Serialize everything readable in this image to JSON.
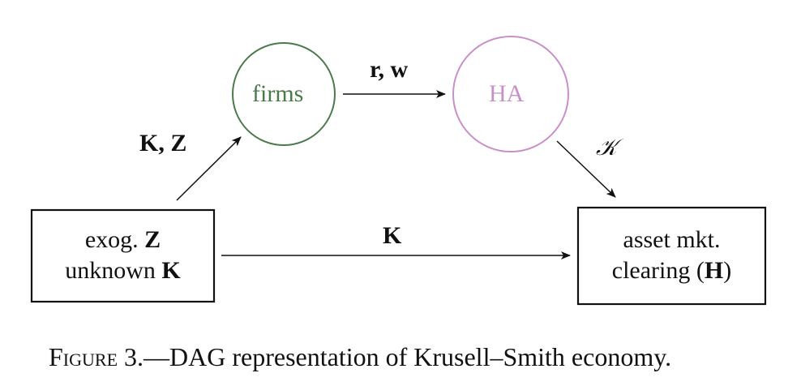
{
  "colors": {
    "firms": "#4a7a4a",
    "ha": "#c890c8",
    "ink": "#111111"
  },
  "nodes": {
    "firms": {
      "label": "firms",
      "shape": "circle"
    },
    "ha": {
      "label": "HA",
      "shape": "circle"
    },
    "exog": {
      "line1_text": "exog. ",
      "line1_var": "Z",
      "line2_text": "unknown ",
      "line2_var": "K",
      "shape": "box"
    },
    "market": {
      "line1_text": "asset mkt.",
      "line2_text": "clearing (",
      "line2_var": "H",
      "line2_end": ")",
      "shape": "box"
    }
  },
  "edges": [
    {
      "from": "exog",
      "to": "firms",
      "label": "K, Z"
    },
    {
      "from": "firms",
      "to": "ha",
      "label": "r, w"
    },
    {
      "from": "ha",
      "to": "market",
      "label": "𝒦"
    },
    {
      "from": "exog",
      "to": "market",
      "label": "K"
    }
  ],
  "caption": {
    "figure": "Figure",
    "number": " 3.",
    "text": "—DAG representation of Krusell–Smith economy."
  }
}
